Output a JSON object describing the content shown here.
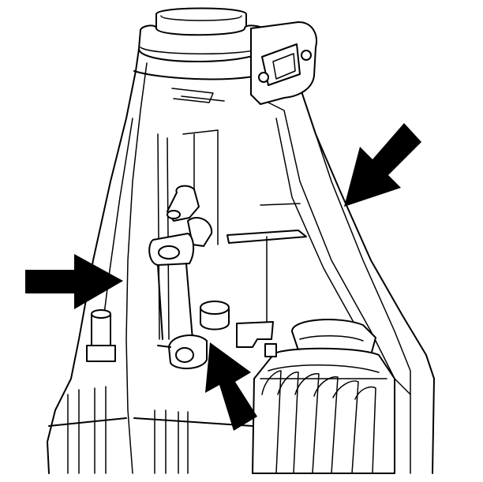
{
  "diagram": {
    "colors": {
      "line": "#000000",
      "background": "#ffffff",
      "arrow": "#000000"
    },
    "arrows": [
      {
        "id": "arrow-left",
        "direction": "right"
      },
      {
        "id": "arrow-upper-right",
        "direction": "down-left"
      },
      {
        "id": "arrow-bottom-center",
        "direction": "up-left"
      }
    ]
  }
}
